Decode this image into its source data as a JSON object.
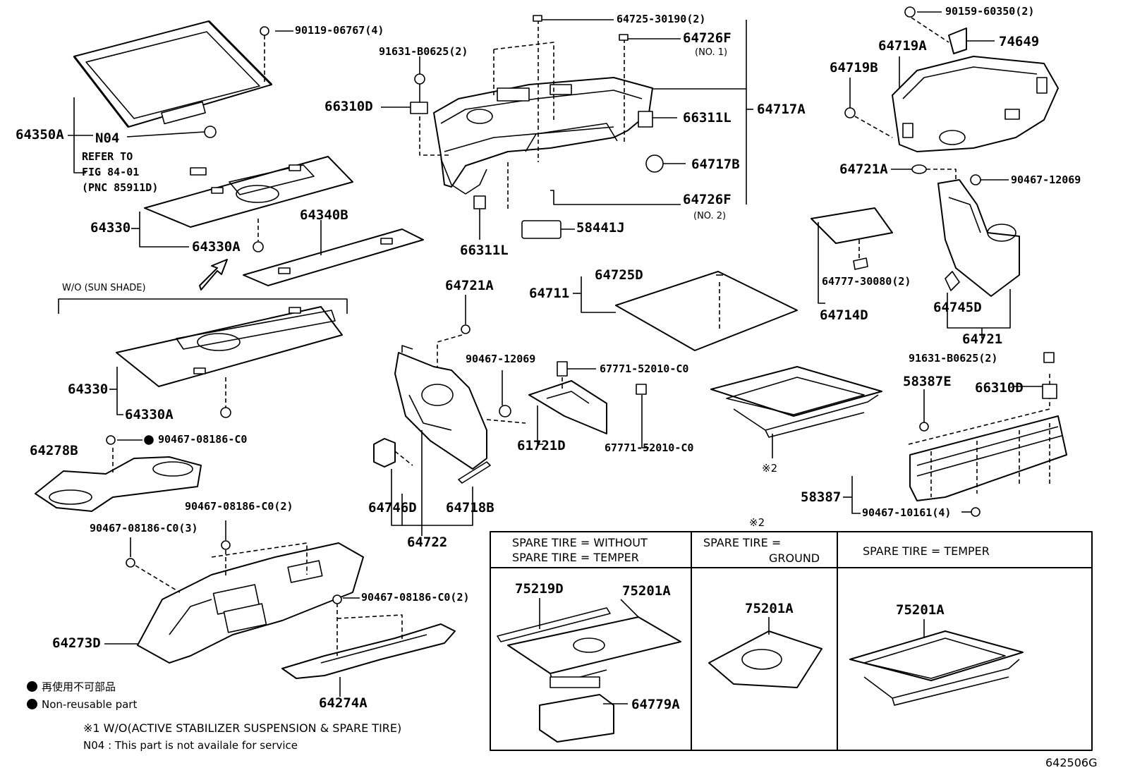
{
  "callouts": {
    "p90119_06767": "90119-06767(4)",
    "p64350A": "64350A",
    "pN04": "N04",
    "refer_to": "REFER TO",
    "fig": "FIG 84-01",
    "pnc": "(PNC 85911D)",
    "p64330_top": "64330",
    "p64330A_top": "64330A",
    "p64340B": "64340B",
    "wo_sun_shade": "W/O (SUN SHADE)",
    "p64330_mid": "64330",
    "p64330A_mid": "64330A",
    "p64278B": "64278B",
    "p90467_08186_C0_a": "90467-08186-C0",
    "p90467_08186_C0_2_a": "90467-08186-C0(2)",
    "p90467_08186_C0_3": "90467-08186-C0(3)",
    "p64273D": "64273D",
    "p90467_08186_C0_2_b": "90467-08186-C0(2)",
    "p64274A": "64274A",
    "p91631_B0625_2_a": "91631-B0625(2)",
    "p66310D_a": "66310D",
    "p64725_30190": "64725-30190(2)",
    "p64726F_1": "64726F",
    "no1": "(NO. 1)",
    "p66311L_a": "66311L",
    "p64717A": "64717A",
    "p64717B": "64717B",
    "p64726F_2": "64726F",
    "no2": "(NO. 2)",
    "p66311L_b": "66311L",
    "p58441J": "58441J",
    "p64721A_a": "64721A",
    "p64725D": "64725D",
    "p64711": "64711",
    "p90467_12069_a": "90467-12069",
    "p67771_52010_a": "67771-52010-C0",
    "p61721D": "61721D",
    "p67771_52010_b": "67771-52010-C0",
    "p64746D": "64746D",
    "p64718B": "64718B",
    "p64722": "64722",
    "p90159_60350": "90159-60350(2)",
    "p74649": "74649",
    "p64719A": "64719A",
    "p64719B": "64719B",
    "p64721A_b": "64721A",
    "p90467_12069_b": "90467-12069",
    "p64777_30080": "64777-30080(2)",
    "p64714D": "64714D",
    "p64745D": "64745D",
    "p64721": "64721",
    "p91631_B0625_2_b": "91631-B0625(2)",
    "p58387E": "58387E",
    "p66310D_b": "66310D",
    "p58387": "58387",
    "p90467_10161": "90467-10161(4)",
    "mark2_a": "※2",
    "mark2_b": "※2",
    "p75219D": "75219D",
    "p75201A_a": "75201A",
    "p64779A": "64779A",
    "p75201A_b": "75201A",
    "p75201A_c": "75201A",
    "diagram_id": "642506G"
  },
  "spare_tire_table": {
    "col1_line1": "SPARE TIRE = WITHOUT",
    "col1_line2": "SPARE TIRE = TEMPER",
    "col2_line1": "SPARE TIRE =",
    "col2_line2": "GROUND",
    "col3": "SPARE TIRE = TEMPER"
  },
  "legend": {
    "jp": "再使用不可部品",
    "en": "Non-reusable part",
    "note1": "※1 W/O(ACTIVE STABILIZER SUSPENSION & SPARE TIRE)",
    "note2": "N04 :  This part is not availale for service"
  }
}
